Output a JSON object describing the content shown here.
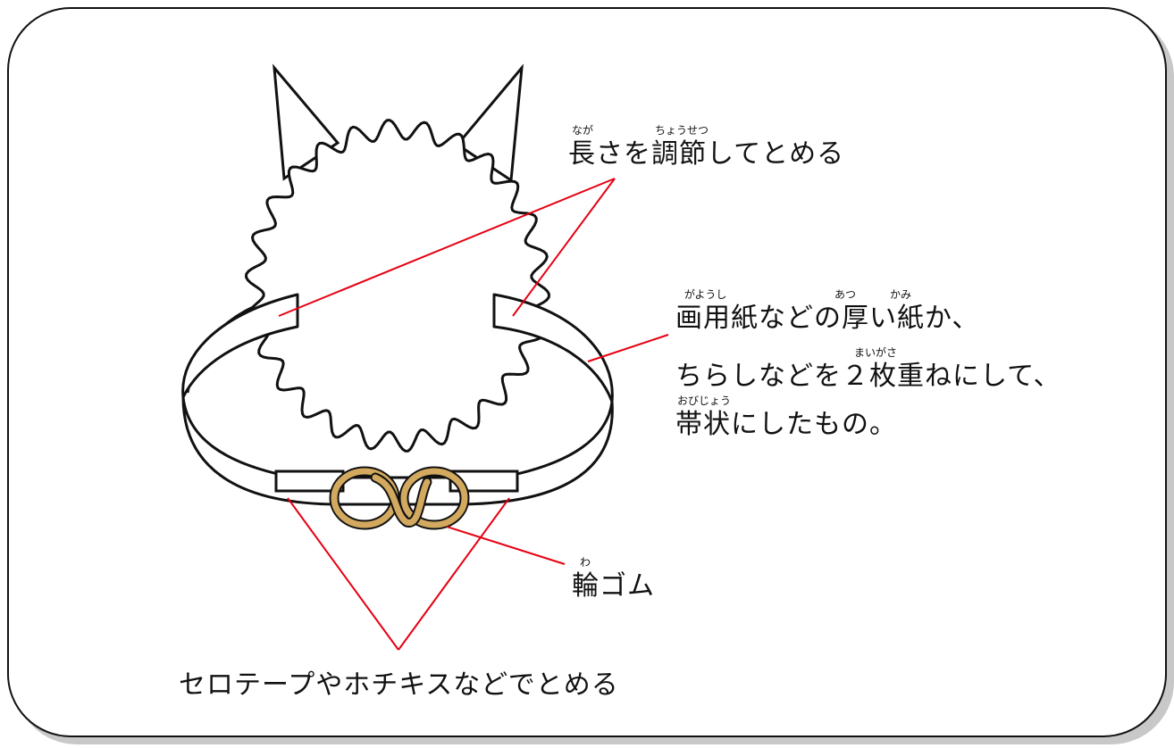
{
  "colors": {
    "leader_line": "#e60012",
    "outline": "#111111",
    "rubber_band": "#d2a95f",
    "frame_shadow": "#c8c8c8",
    "background": "#ffffff"
  },
  "labels": {
    "adjust": {
      "text": "長さを調節してとめる",
      "ruby": [
        {
          "base": "長",
          "reading": "なが"
        },
        {
          "base": "調節",
          "reading": "ちょうせつ"
        }
      ]
    },
    "paper_line1": {
      "text": "画用紙などの厚い紙か、",
      "ruby": [
        {
          "base": "画用紙",
          "reading": "がようし"
        },
        {
          "base": "厚",
          "reading": "あつ"
        },
        {
          "base": "紙",
          "reading": "かみ"
        }
      ]
    },
    "paper_line2": {
      "text": "ちらしなどを２枚重ねにして、",
      "ruby": [
        {
          "base": "枚重",
          "reading": "まいがさ"
        }
      ]
    },
    "paper_line3": {
      "text": "帯状にしたもの。",
      "ruby": [
        {
          "base": "帯状",
          "reading": "おびじょう"
        }
      ]
    },
    "rubber": {
      "text": "輪ゴム",
      "ruby": [
        {
          "base": "輪",
          "reading": "わ"
        }
      ]
    },
    "tape": {
      "text": "セロテープやホチキスなどでとめる"
    }
  }
}
